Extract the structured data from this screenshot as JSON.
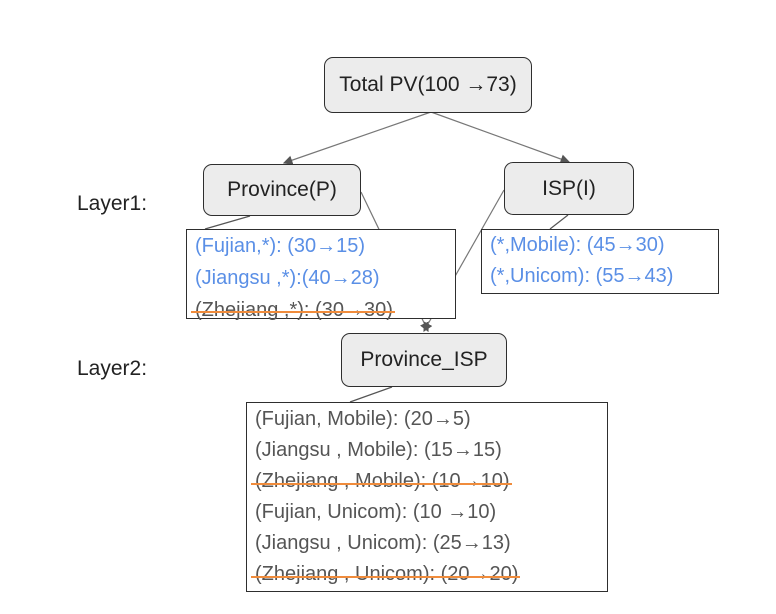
{
  "nodes": {
    "total": "Total PV(100 →73)",
    "province": "Province(P)",
    "isp": "ISP(I)",
    "province_isp": "Province_ISP"
  },
  "layers": {
    "layer1": "Layer1:",
    "layer2": "Layer2:"
  },
  "lists": {
    "province": [
      {
        "text": "(Fujian,*): (30→15)",
        "color": "#5a8fe6",
        "struck": false
      },
      {
        "text": "(Jiangsu ,*):(40→28)",
        "color": "#5a8fe6",
        "struck": false
      },
      {
        "text": "(Zhejiang ,*): (30→30)",
        "color": "#555555",
        "struck": true
      }
    ],
    "isp": [
      {
        "text": "(*,Mobile): (45→30)",
        "color": "#5a8fe6",
        "struck": false
      },
      {
        "text": "(*,Unicom): (55→43)",
        "color": "#5a8fe6",
        "struck": false
      }
    ],
    "province_isp": [
      {
        "text": "(Fujian, Mobile): (20→5)",
        "color": "#555555",
        "struck": false
      },
      {
        "text": "(Jiangsu , Mobile): (15→15)",
        "color": "#555555",
        "struck": false
      },
      {
        "text": "(Zhejiang , Mobile): (10→10)",
        "color": "#555555",
        "struck": true
      },
      {
        "text": "(Fujian, Unicom): (10 →10)",
        "color": "#555555",
        "struck": false
      },
      {
        "text": "(Jiangsu , Unicom): (25→13)",
        "color": "#555555",
        "struck": false
      },
      {
        "text": "(Zhejiang , Unicom): (20→20)",
        "color": "#555555",
        "struck": true
      }
    ]
  },
  "colors": {
    "highlight_text": "#5a8fe6",
    "normal_text": "#555555",
    "strike_line": "#f08c3c",
    "node_fill": "#ececec",
    "edge": "#666666"
  }
}
